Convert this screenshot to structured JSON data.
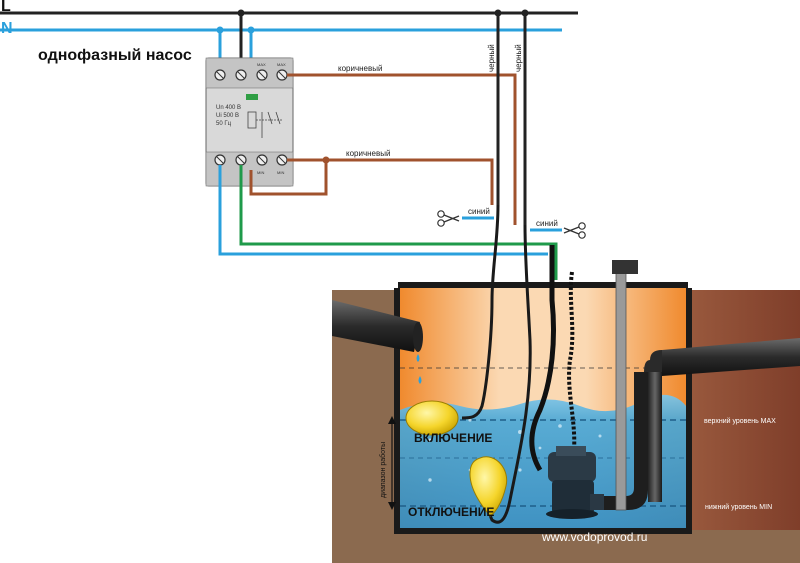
{
  "lines": {
    "phase": "L",
    "neutral": "N"
  },
  "title": "однофазный насос",
  "device": {
    "spec_voltage": "Un 400 В",
    "spec_insulation": "Ui 500 В",
    "spec_freq": "50 Гц",
    "terminal_top_3": "МАХ",
    "terminal_top_4": "МАХ",
    "terminal_bottom_3": "MIN",
    "terminal_bottom_4": "MIN"
  },
  "wires": {
    "brown_top": "коричневый",
    "brown_bottom": "коричневый",
    "black_left": "черный",
    "black_right": "черный",
    "blue_left": "синий",
    "blue_right": "синий"
  },
  "tank": {
    "state_on": "ВКЛЮЧЕНИЕ",
    "state_off": "ОТКЛЮЧЕНИЕ",
    "range_label": "диапазон работы",
    "level_max": "верхний уровень MAX",
    "level_min": "нижний уровень MIN",
    "watermark": "www.vodoprovod.ru"
  },
  "colors": {
    "phase_wire": "#222222",
    "neutral_wire": "#2aa0dc",
    "ground_wire": "#1f9a4a",
    "brown_wire": "#a0522d",
    "soil": "#8b6a4f",
    "water": "#3a9fd0",
    "tank_top": "#f08a2e"
  }
}
